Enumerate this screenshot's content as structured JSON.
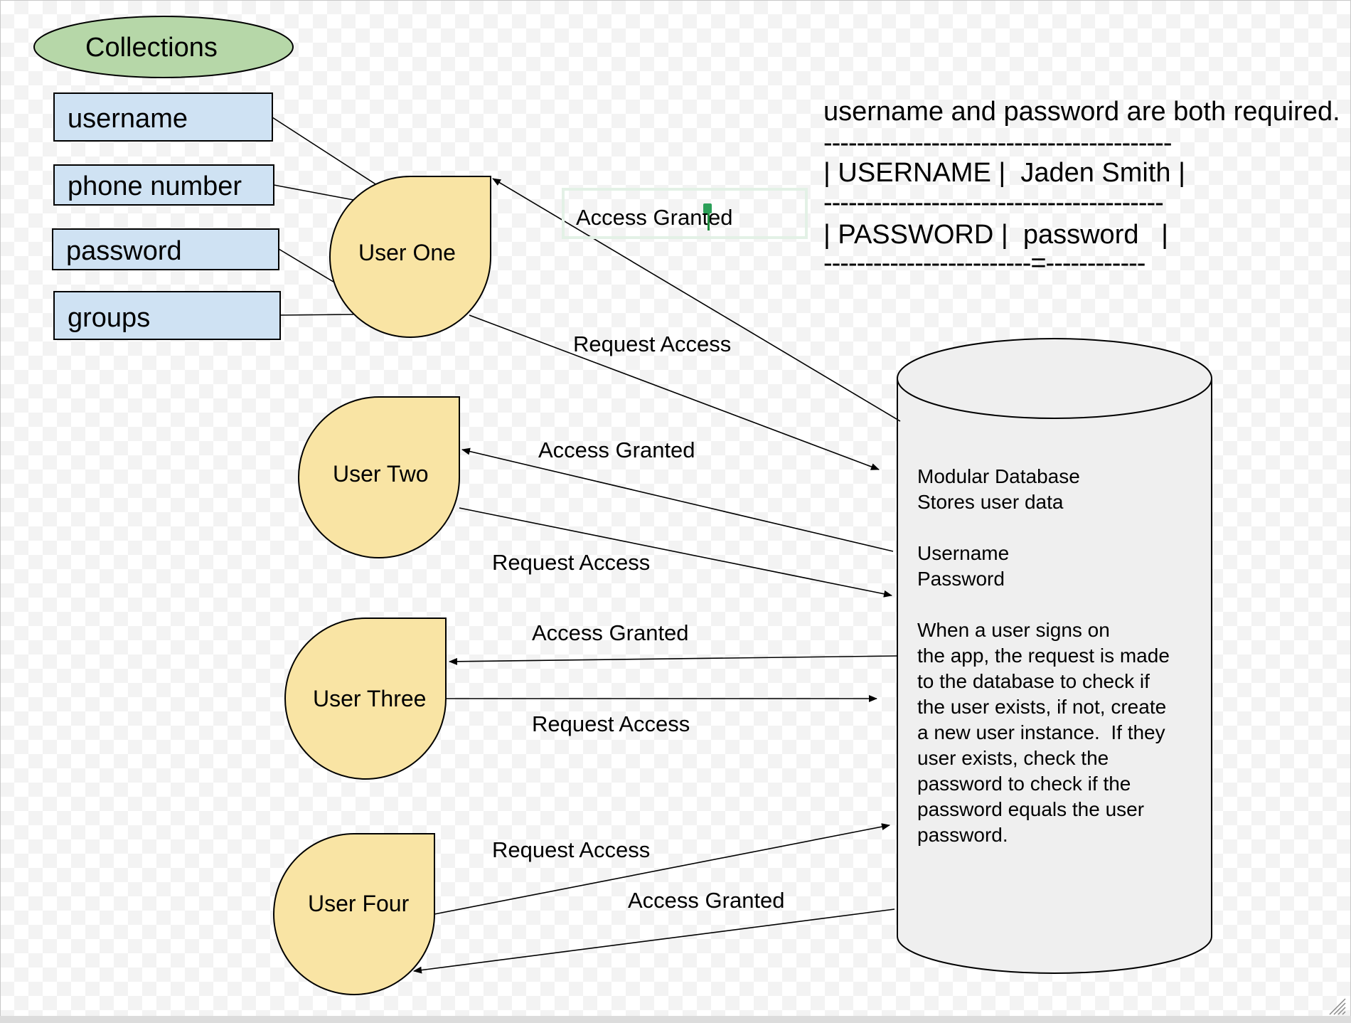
{
  "collections": {
    "title": "Collections",
    "fields": [
      "username",
      "phone number",
      "password",
      "groups"
    ]
  },
  "users": [
    "User One",
    "User Two",
    "User Three",
    "User Four"
  ],
  "edge_labels": {
    "request": "Request Access",
    "granted": "Access Granted"
  },
  "note": {
    "heading": "username and password are both required.",
    "rule1": "------------------------------------------",
    "row1": "| USERNAME |  Jaden Smith |",
    "rule2": "-----------------------------------------",
    "row2": "| PASSWORD |  password   |",
    "rule3": "-------------------------=------------"
  },
  "database": {
    "text": "Modular Database\nStores user data\n\nUsername\nPassword\n\nWhen a user signs on\nthe app, the request is made\nto the database to check if\nthe user exists, if not, create\na new user instance.  If they\nuser exists, check the\npassword to check if the\npassword equals the user\npassword."
  },
  "colors": {
    "collections_fill": "#b6d7a8",
    "field_fill": "#cfe2f3",
    "user_fill": "#f9e4a4",
    "database_fill": "#efefef",
    "selection_caret": "#1e8e3e"
  }
}
